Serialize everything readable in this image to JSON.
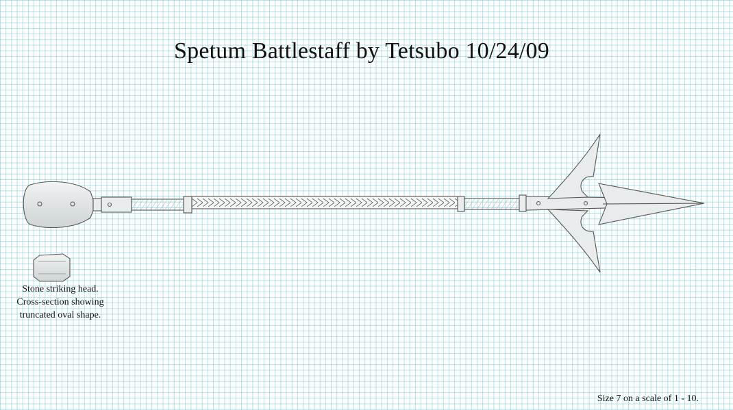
{
  "drawing": {
    "title": "Spetum Battlestaff by Tetsubo 10/24/09",
    "caption_lines": [
      "Stone striking head.",
      "Cross-section showing",
      "truncated oval shape."
    ],
    "scale_note": "Size 7 on a scale of 1 - 10."
  },
  "style": {
    "paper_color": "#fdfefe",
    "grid_color": "#78c8d7",
    "pencil_color": "#555555"
  }
}
